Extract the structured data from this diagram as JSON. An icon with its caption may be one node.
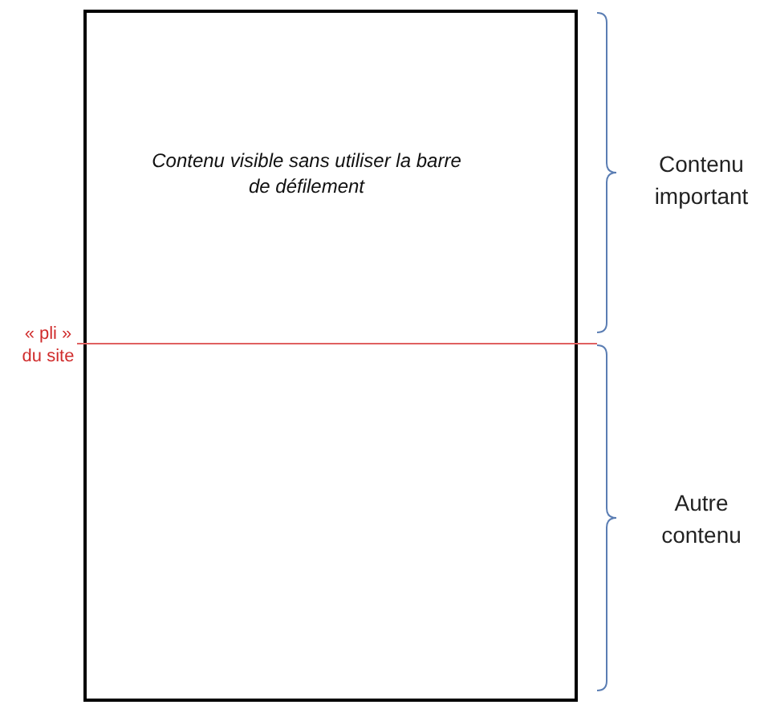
{
  "diagram": {
    "nodes": [
      {
        "text": [
          "Contenu visible sans utiliser la barre de défilement"
        ]
      }
    ],
    "labels": [
      "« pli » du site",
      "Contenu important",
      "Autre contenu"
    ]
  }
}
